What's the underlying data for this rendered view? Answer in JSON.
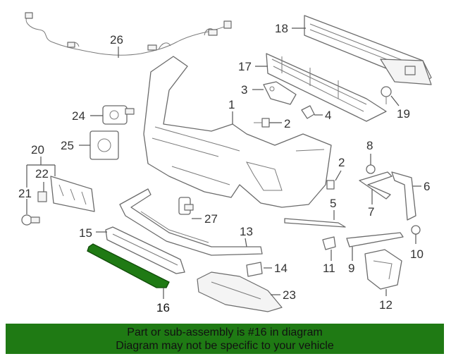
{
  "diagram": {
    "callouts": {
      "c1": "1",
      "c2a": "2",
      "c2b": "2",
      "c3": "3",
      "c4": "4",
      "c5": "5",
      "c6": "6",
      "c7": "7",
      "c8": "8",
      "c9": "9",
      "c10": "10",
      "c11": "11",
      "c12": "12",
      "c13": "13",
      "c14": "14",
      "c15": "15",
      "c16": "16",
      "c17": "17",
      "c18": "18",
      "c19": "19",
      "c20": "20",
      "c21": "21",
      "c22": "22",
      "c23": "23",
      "c24": "24",
      "c25": "25",
      "c26": "26",
      "c27": "27"
    },
    "highlight_color": "#1f7a14"
  },
  "banner": {
    "line1": "Part or sub-assembly is #16 in diagram",
    "line2": "Diagram may not be specific to your vehicle",
    "background": "#1f7a14"
  }
}
